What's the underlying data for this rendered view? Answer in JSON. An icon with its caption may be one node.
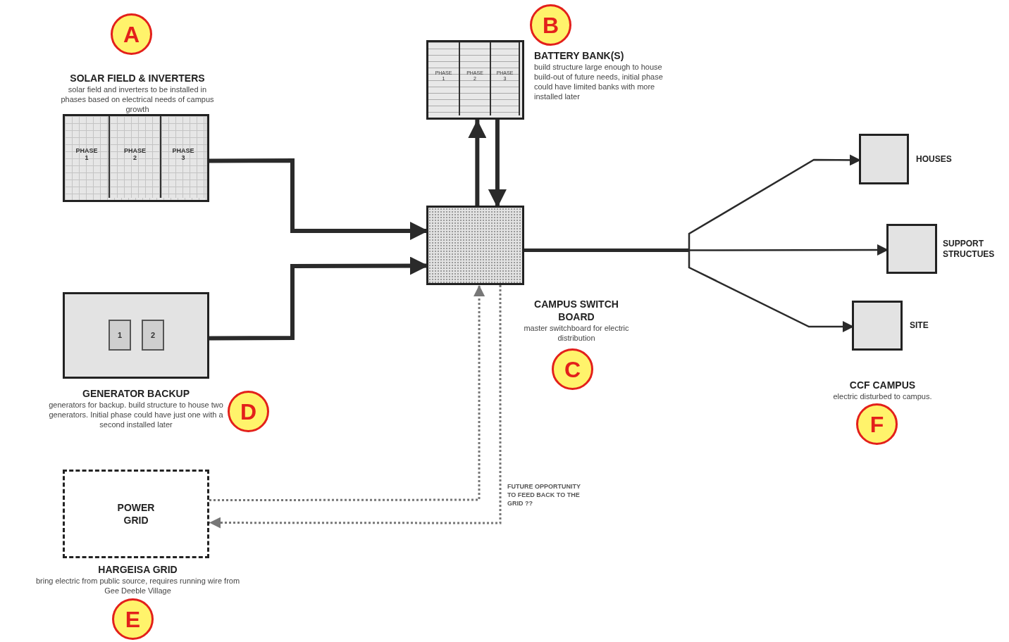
{
  "diagram": {
    "nodes": [
      {
        "text": [
          "SOLAR FIELD & INVERTERS",
          "solar field and inverters to be installed in phases based on electrical needs of campus growth"
        ]
      },
      {
        "text": [
          "PHASE 1"
        ],
        "in": 0
      },
      {
        "text": [
          "PHASE 2"
        ],
        "in": 0
      },
      {
        "text": [
          "PHASE 3"
        ],
        "in": 0
      },
      {
        "text": [
          "BATTERY BANK(S)",
          "build structure large enough to house  build-out of future needs, initial phase could have limited banks with more installed later"
        ]
      },
      {
        "text": [
          "PHASE 1"
        ],
        "in": 4
      },
      {
        "text": [
          "PHASE 2"
        ],
        "in": 4
      },
      {
        "text": [
          "PHASE 3"
        ],
        "in": 4
      },
      {
        "text": [
          "CAMPUS SWITCH BOARD",
          "master switchboard for electric distribution"
        ]
      },
      {
        "text": [
          "GENERATOR BACKUP",
          "generators for backup. build structure to house two generators. Initial phase could have just one with a second installed later"
        ]
      },
      {
        "text": [
          "1"
        ],
        "in": 9
      },
      {
        "text": [
          "2"
        ],
        "in": 9
      },
      {
        "text": [
          "POWER GRID",
          "HARGEISA GRID",
          "bring electric from public source, requires running wire from Gee Deeble Village"
        ]
      },
      {
        "text": [
          "HOUSES"
        ]
      },
      {
        "text": [
          "SUPPORT STRUCTUES"
        ]
      },
      {
        "text": [
          "SITE"
        ]
      },
      {
        "text": [
          "A"
        ]
      },
      {
        "text": [
          "B"
        ]
      },
      {
        "text": [
          "C"
        ]
      },
      {
        "text": [
          "D"
        ]
      },
      {
        "text": [
          "E"
        ]
      },
      {
        "text": [
          "F"
        ]
      }
    ],
    "edges": [
      {
        "from": 0,
        "to": 8,
        "arrow": "to",
        "style": "thick"
      },
      {
        "from": 9,
        "to": 8,
        "arrow": "to",
        "style": "thick"
      },
      {
        "from": 8,
        "to": 4,
        "arrow": "to",
        "style": "thick"
      },
      {
        "from": 4,
        "to": 8,
        "arrow": "to",
        "style": "thick"
      },
      {
        "from": 12,
        "to": 8,
        "arrow": "to",
        "style": "dashed",
        "color": "#777777"
      },
      {
        "from": 8,
        "to": 12,
        "arrow": "to",
        "style": "dashed",
        "color": "#777777"
      },
      {
        "from": 8,
        "to": 13,
        "arrow": "to"
      },
      {
        "from": 8,
        "to": 14,
        "arrow": "to"
      },
      {
        "from": 8,
        "to": 15,
        "arrow": "to"
      }
    ],
    "labels": [
      "FUTURE OPPORTUNITY TO FEED BACK TO THE GRID ??",
      "CCF CAMPUS",
      "electric disturbed to campus."
    ]
  }
}
